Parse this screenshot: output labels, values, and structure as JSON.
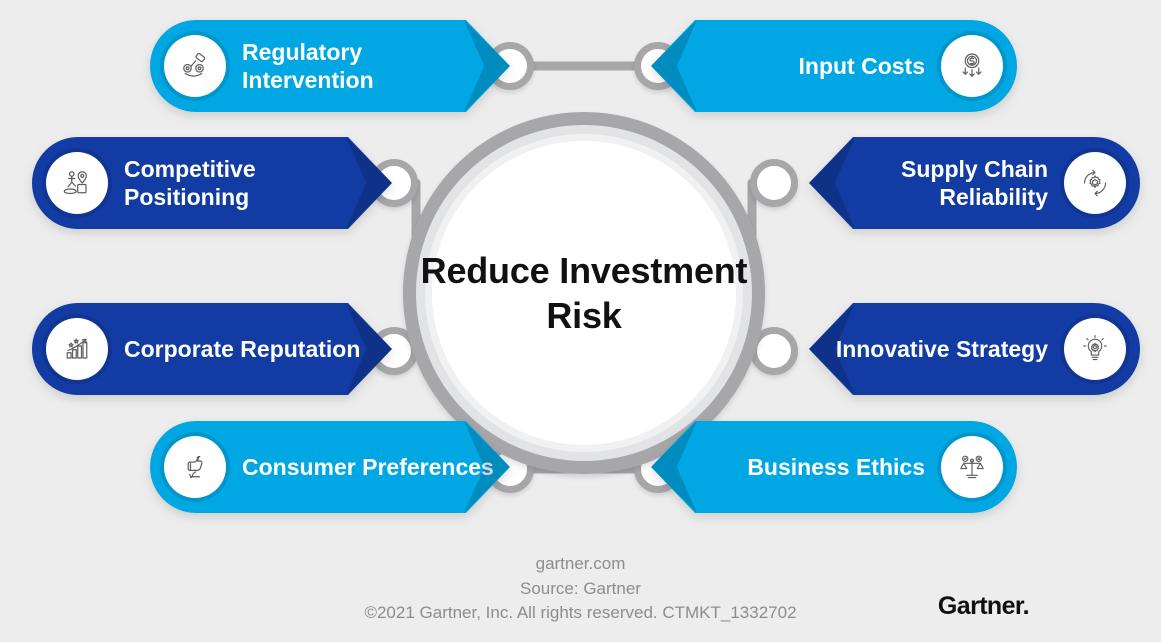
{
  "center": {
    "title": "Reduce Investment Risk"
  },
  "colors": {
    "light_blue": "#00a7e3",
    "dark_blue": "#123ba3",
    "background": "#ededed",
    "ring_gray": "#a7a7a9",
    "footer_gray": "#8d8d90"
  },
  "banners": [
    {
      "label": "Regulatory Intervention",
      "icon": "gavel-gears-icon",
      "color": "#00a7e3",
      "side": "left",
      "row": 0
    },
    {
      "label": "Input Costs",
      "icon": "coin-down-arrows-icon",
      "color": "#00a7e3",
      "side": "right",
      "row": 0
    },
    {
      "label": "Competitive Positioning",
      "icon": "climber-pin-icon",
      "color": "#123ba3",
      "side": "left",
      "row": 1
    },
    {
      "label": "Supply Chain Reliability",
      "icon": "gear-cycle-box-icon",
      "color": "#123ba3",
      "side": "right",
      "row": 1
    },
    {
      "label": "Corporate Reputation",
      "icon": "bar-chart-stars-icon",
      "color": "#123ba3",
      "side": "left",
      "row": 2
    },
    {
      "label": "Innovative Strategy",
      "icon": "lightbulb-gear-icon",
      "color": "#123ba3",
      "side": "right",
      "row": 2
    },
    {
      "label": "Consumer Preferences",
      "icon": "thumbs-up-hands-icon",
      "color": "#00a7e3",
      "side": "left",
      "row": 3
    },
    {
      "label": "Business Ethics",
      "icon": "balance-scales-icon",
      "color": "#00a7e3",
      "side": "right",
      "row": 3
    }
  ],
  "footer": {
    "line1": "gartner.com",
    "line2": "Source: Gartner",
    "line3": "©2021 Gartner, Inc. All rights reserved. CTMKT_1332702",
    "logo": "Gartner."
  }
}
